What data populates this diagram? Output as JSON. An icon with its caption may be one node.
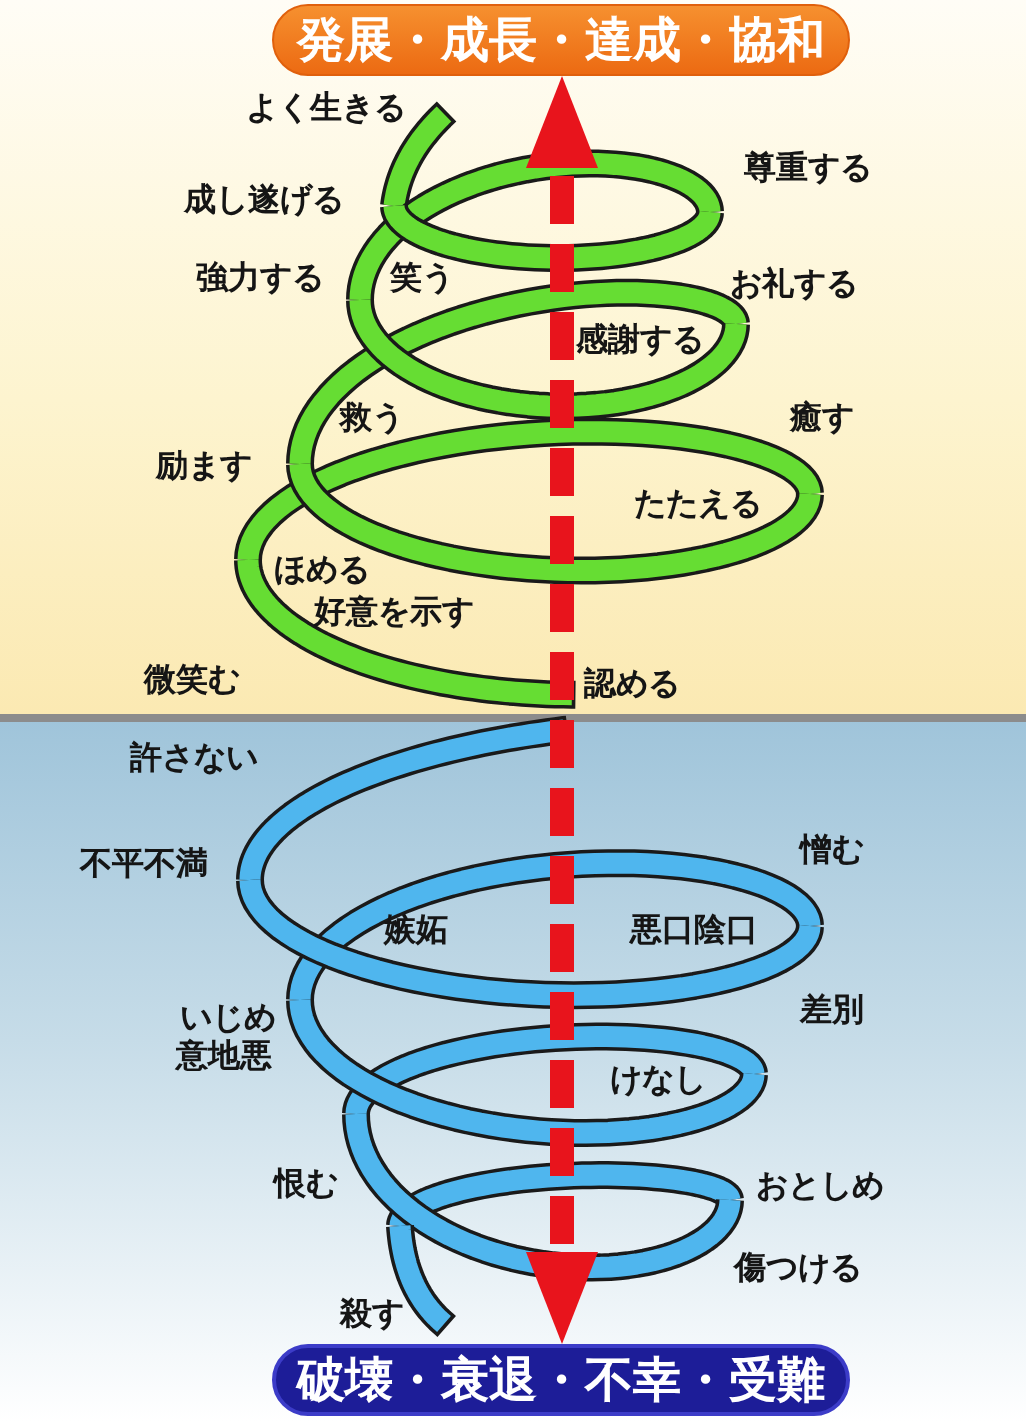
{
  "diagram": {
    "nodes": [
      {
        "text": [
          "発展・成長・達成・協和"
        ]
      },
      {
        "text": [
          "破壊・衰退・不幸・受難"
        ]
      }
    ],
    "edges": [
      {
        "from": 0,
        "to": 1,
        "arrow": "both",
        "style": "dashed",
        "color": "#e8141c"
      }
    ],
    "labels": [
      "よく生きる",
      "尊重する",
      "成し遂げる",
      "強力する",
      "笑う",
      "お礼する",
      "感謝する",
      "救う",
      "癒す",
      "励ます",
      "たたえる",
      "ほめる",
      "好意を示す",
      "微笑む",
      "認める",
      "許さない",
      "不平不満",
      "憎む",
      "嫉妬",
      "悪口陰口",
      "いじめ",
      "差別",
      "意地悪",
      "けなし",
      "恨む",
      "おとしめ",
      "傷つける",
      "殺す"
    ]
  }
}
